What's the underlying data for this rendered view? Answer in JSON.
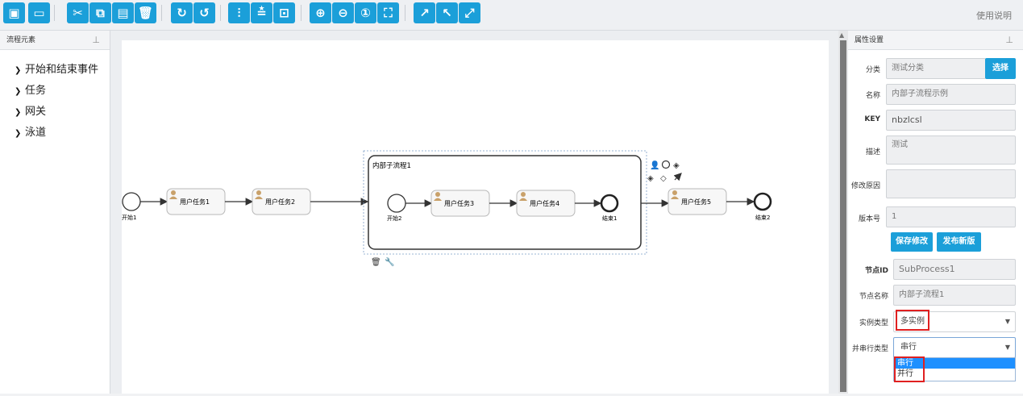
{
  "toolbar": {
    "help_label": "使用说明",
    "color": "#1b9fd9"
  },
  "left": {
    "title": "流程元素",
    "items": [
      {
        "label": "开始和结束事件"
      },
      {
        "label": "任务"
      },
      {
        "label": "网关"
      },
      {
        "label": "泳道"
      }
    ]
  },
  "diagram": {
    "start1": "开始1",
    "task1": "用户任务1",
    "task2": "用户任务2",
    "subprocess": "内部子流程1",
    "start2": "开始2",
    "task3": "用户任务3",
    "task4": "用户任务4",
    "end1": "结束1",
    "task5": "用户任务5",
    "end2": "结束2"
  },
  "right": {
    "title": "属性设置",
    "category_label": "分类",
    "category_value": "测试分类",
    "choose_label": "选择",
    "name_label": "名称",
    "name_value": "内部子流程示例",
    "key_label": "KEY",
    "key_value": "nbzlcsl",
    "desc_label": "描述",
    "desc_value": "测试",
    "reason_label": "修改原因",
    "reason_value": "",
    "version_label": "版本号",
    "version_value": "1",
    "save_label": "保存修改",
    "publish_label": "发布新版",
    "node_id_label": "节点ID",
    "node_id_value": "SubProcess1",
    "node_name_label": "节点名称",
    "node_name_value": "内部子流程1",
    "instance_type_label": "实例类型",
    "instance_type_value": "多实例",
    "serial_label": "并串行类型",
    "serial_value": "串行",
    "serial_options": [
      "串行",
      "并行"
    ]
  }
}
